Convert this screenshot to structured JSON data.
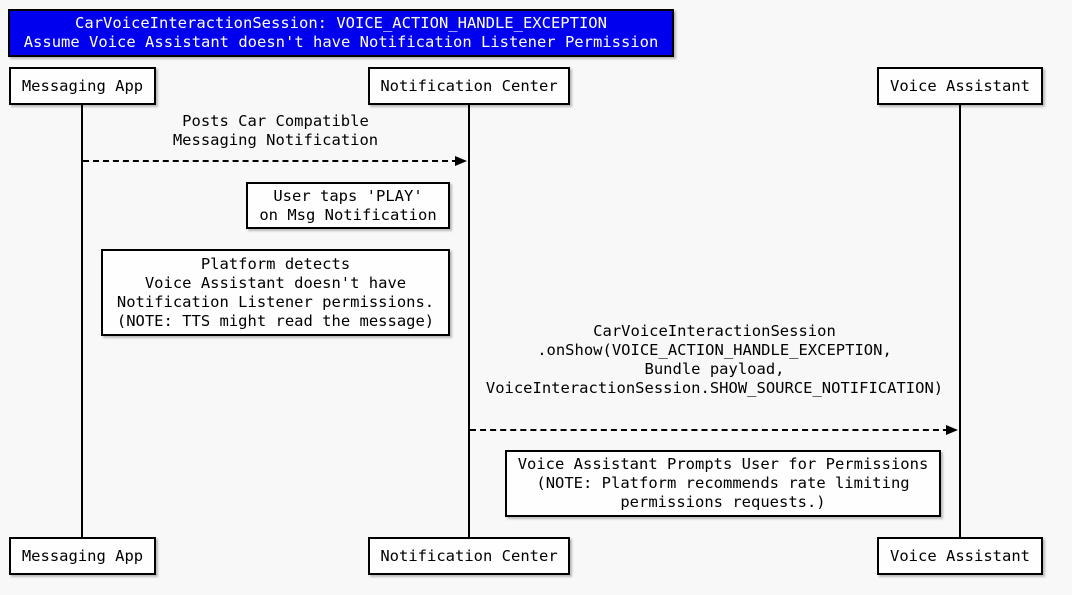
{
  "diagram": {
    "type": "sequence",
    "title": {
      "lines": [
        "CarVoiceInteractionSession: VOICE_ACTION_HANDLE_EXCEPTION",
        "Assume Voice Assistant doesn't have Notification Listener Permission"
      ]
    },
    "participants": [
      {
        "label": "Messaging App"
      },
      {
        "label": "Notification Center"
      },
      {
        "label": "Voice Assistant"
      }
    ],
    "messages": [
      {
        "from": "Messaging App",
        "to": "Notification Center",
        "line_style": "dashed",
        "lines": [
          "Posts Car Compatible",
          "Messaging Notification"
        ]
      },
      {
        "from": "Notification Center",
        "to": "Voice Assistant",
        "line_style": "dashed",
        "lines": [
          "CarVoiceInteractionSession",
          ".onShow(VOICE_ACTION_HANDLE_EXCEPTION,",
          "Bundle payload,",
          "VoiceInteractionSession.SHOW_SOURCE_NOTIFICATION)"
        ]
      }
    ],
    "notes": [
      {
        "lines": [
          "User taps 'PLAY'",
          "on Msg Notification"
        ]
      },
      {
        "lines": [
          "Platform detects",
          "Voice Assistant doesn't have",
          "Notification Listener permissions.",
          "(NOTE: TTS might read the message)"
        ]
      },
      {
        "lines": [
          "Voice Assistant Prompts User for Permissions",
          "(NOTE: Platform recommends rate limiting",
          "permissions requests.)"
        ]
      }
    ],
    "colors": {
      "background": "#F8F8F8",
      "title_bg": "#0000EE",
      "title_text": "#FFFFFF",
      "border": "#000000",
      "note_bg": "#FEFEFE",
      "text": "#000000"
    }
  }
}
